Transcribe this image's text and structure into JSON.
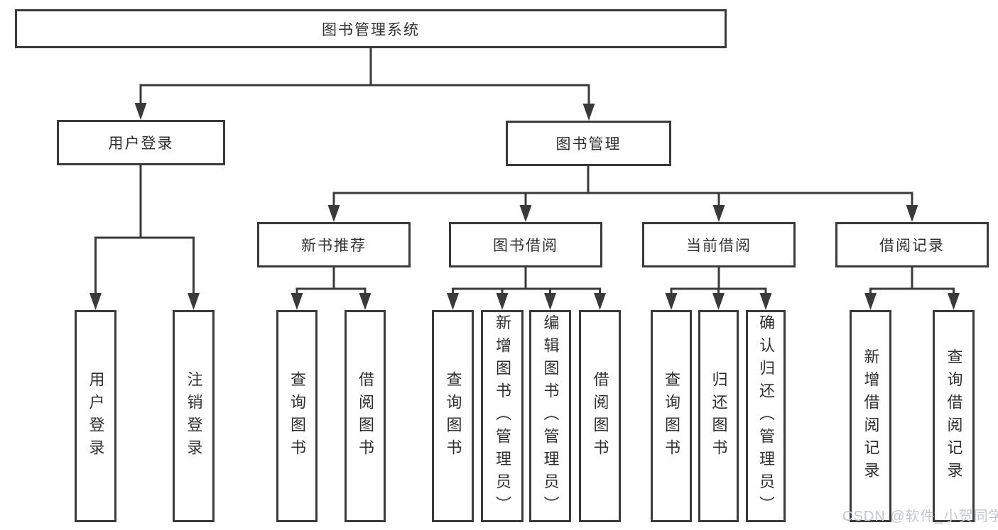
{
  "nodes": {
    "root": {
      "label": "图书管理系统"
    },
    "user_login": {
      "label": "用户登录",
      "children": [
        "用户登录",
        "注销登录"
      ]
    },
    "book_management": {
      "label": "图书管理"
    },
    "new_book": {
      "label": "新书推荐",
      "children": [
        "查询图书",
        "借阅图书"
      ]
    },
    "book_borrow": {
      "label": "图书借阅",
      "children": [
        "查询图书",
        "新增图书（管理员）",
        "编辑图书（管理员）",
        "借阅图书"
      ]
    },
    "current_borrow": {
      "label": "当前借阅",
      "children": [
        "查询图书",
        "归还图书",
        "确认归还（管理员）"
      ]
    },
    "borrow_records": {
      "label": "借阅记录",
      "children": [
        "新增借阅记录",
        "查询借阅记录"
      ]
    }
  },
  "watermark": "CSDN @软件_小贺同学",
  "colors": {
    "line": "#3a3a3a",
    "text": "#2f2f2f",
    "watermark": "#c3c7cb",
    "background": "#ffffff"
  }
}
